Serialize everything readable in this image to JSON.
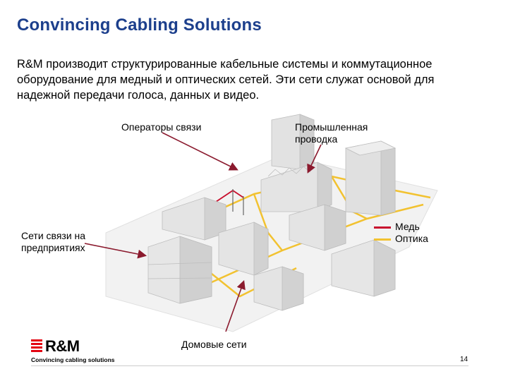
{
  "slide": {
    "title": "Convincing Cabling Solutions",
    "intro": "R&M производит структурированные кабельные системы и коммутационное оборудование для медный и оптических сетей. Эти сети служат основой для надежной передачи голоса, данных и видео.",
    "page_number": "14"
  },
  "labels": {
    "operators": "Операторы связи",
    "industrial_line1": "Промышленная",
    "industrial_line2": "проводка",
    "enterprise_line1": "Сети связи на",
    "enterprise_line2": "предприятиях",
    "home": "Домовые сети"
  },
  "legend": {
    "copper": "Медь",
    "fiber": "Оптика"
  },
  "colors": {
    "title": "#1c3f8c",
    "arrow": "#8b1a2e",
    "copper": "#c8102e",
    "fiber": "#f2c230",
    "logo_red": "#e30613"
  },
  "logo": {
    "brand": "R&M",
    "tagline": "Convincing cabling solutions"
  }
}
